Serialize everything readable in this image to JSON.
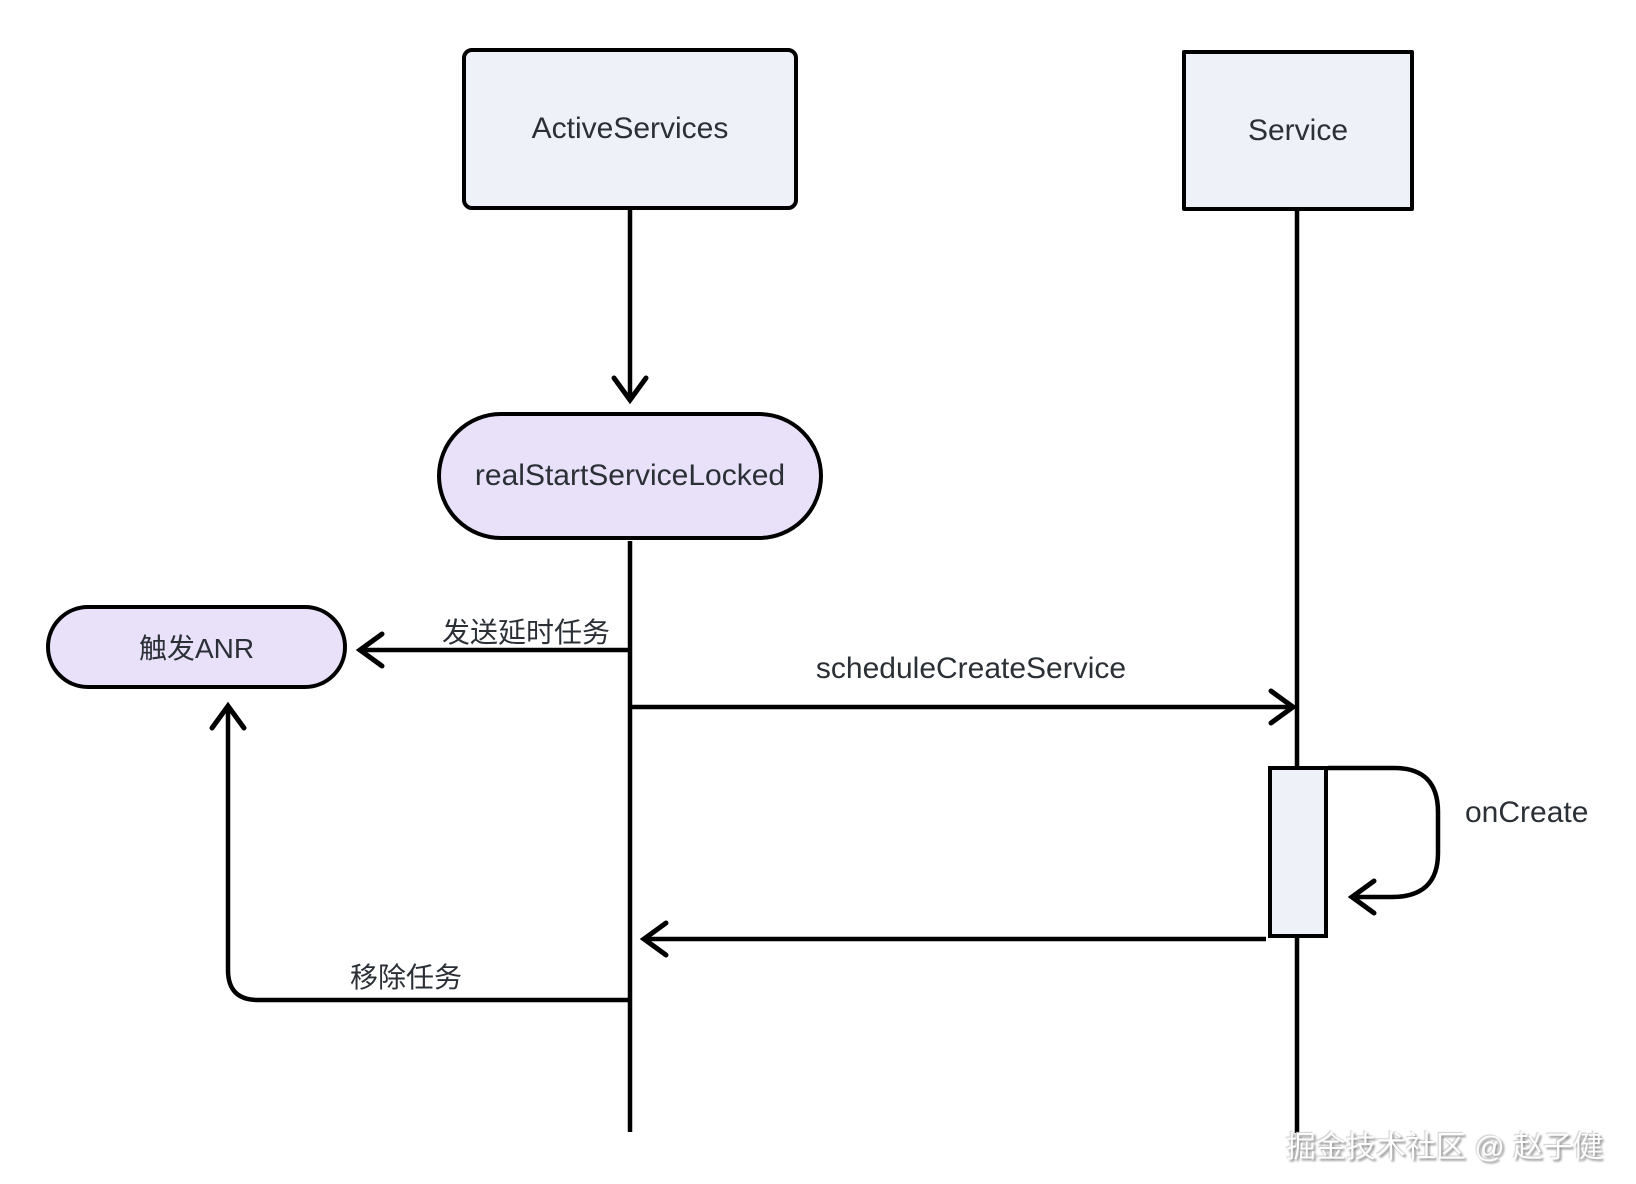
{
  "diagram": {
    "type": "sequence-diagram",
    "actors": [
      {
        "label": "ActiveServices"
      },
      {
        "label": "Service"
      }
    ],
    "nodes": [
      {
        "label": "realStartServiceLocked"
      },
      {
        "label": "触发ANR"
      }
    ],
    "messages": [
      {
        "from": "realStartServiceLocked",
        "to": "触发ANR",
        "label": "发送延时任务"
      },
      {
        "from": "ActiveServices",
        "to": "Service",
        "label": "scheduleCreateService"
      },
      {
        "from": "Service",
        "to": "Service",
        "label": "onCreate"
      },
      {
        "from": "Service",
        "to": "ActiveServices",
        "label": ""
      },
      {
        "from": "ActiveServices",
        "to": "触发ANR",
        "label": "移除任务"
      }
    ],
    "watermark": "掘金技术社区 @ 赵子健",
    "colors": {
      "background": "#ffffff",
      "actor_fill": "#eef1f8",
      "node_fill": "#e8e1f9",
      "activation_fill": "#eef1f8",
      "line": "#000000",
      "text": "#2b3036",
      "watermark_text": "#fdfdfd"
    }
  }
}
